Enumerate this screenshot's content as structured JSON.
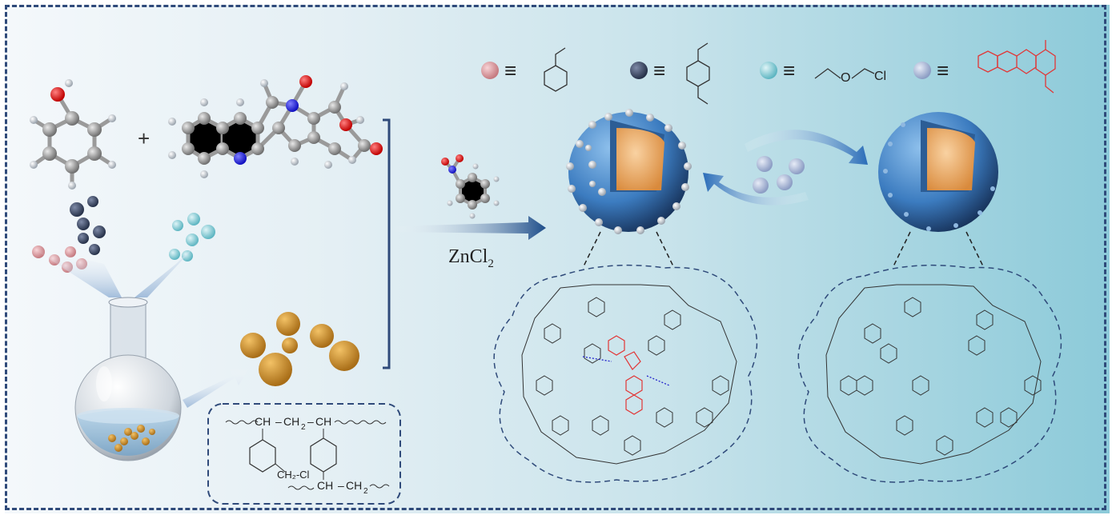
{
  "diagram": {
    "reagent_label": "ZnCl",
    "reagent_subscript": "2",
    "plus_sign": "+",
    "linker_label": "O",
    "chlorine_label": "Cl",
    "polymer_labels": {
      "ch": "CH",
      "ch2": "CH",
      "h2": "2",
      "cl": "CH₂-Cl"
    },
    "equiv_symbol": "≡",
    "colors": {
      "frame": "#2f4a7a",
      "styrene_bead": "#d98f95",
      "dvb_bead": "#3d4a63",
      "cme_bead": "#79c7d0",
      "template_bead": "#8fa1c7",
      "template_structure": "#e23636",
      "sphere_shell": "#3f7fc0",
      "sphere_core": "#f0a865",
      "resin_bead": "#c98a2a"
    },
    "icons": [
      "phenol-molecule-icon",
      "camptothecin-molecule-icon",
      "nitrobenzene-molecule-icon",
      "round-bottom-flask-icon",
      "imprinted-sphere-icon",
      "non-imprinted-sphere-icon"
    ]
  }
}
